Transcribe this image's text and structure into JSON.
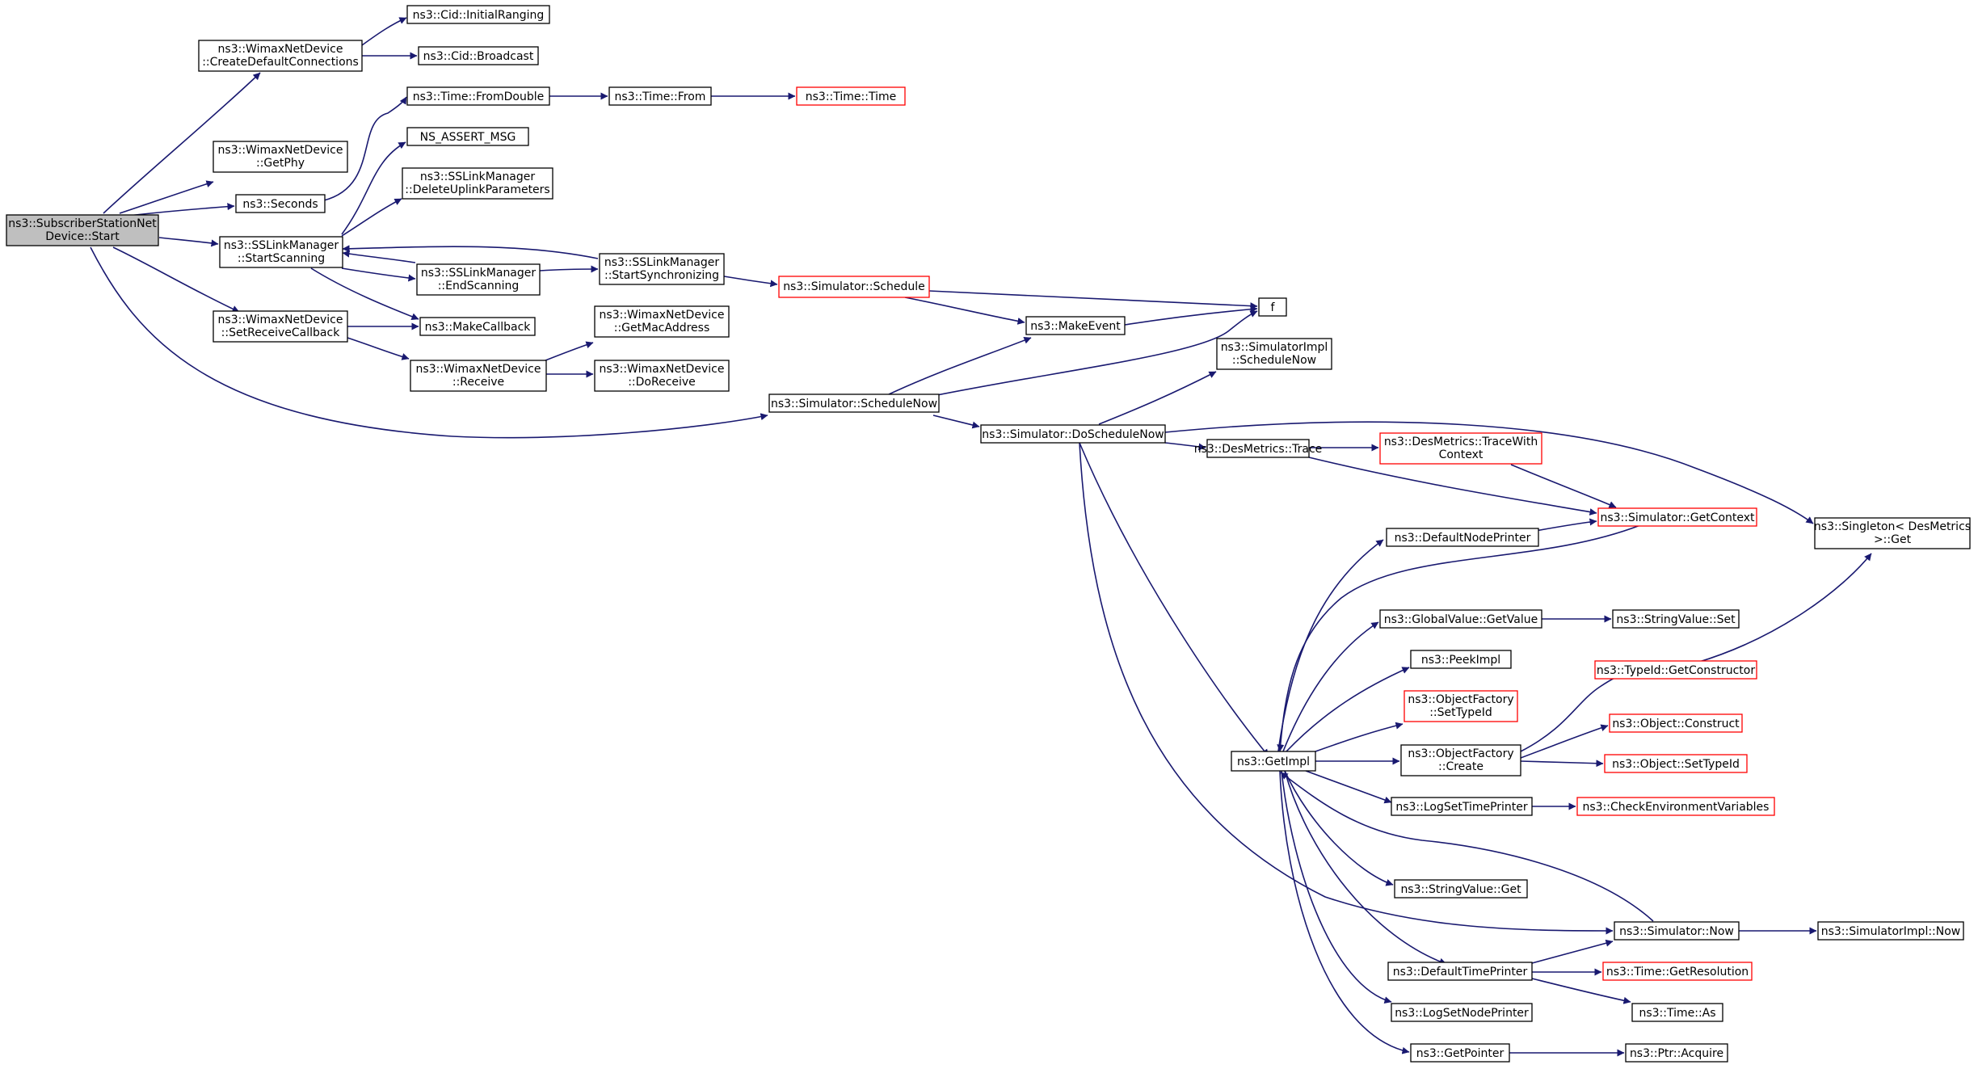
{
  "colors": {
    "edge": "#191970",
    "node_border": "#000000",
    "truncated_border": "#ff0000",
    "root_fill": "#bfbfbf"
  },
  "nodes": {
    "start": [
      "ns3::SubscriberStationNet",
      "Device::Start"
    ],
    "create_default_connections": [
      "ns3::WimaxNetDevice",
      "::CreateDefaultConnections"
    ],
    "cid_initial_ranging": [
      "ns3::Cid::InitialRanging"
    ],
    "cid_broadcast": [
      "ns3::Cid::Broadcast"
    ],
    "get_phy": [
      "ns3::WimaxNetDevice",
      "::GetPhy"
    ],
    "seconds": [
      "ns3::Seconds"
    ],
    "time_from_double": [
      "ns3::Time::FromDouble"
    ],
    "time_from": [
      "ns3::Time::From"
    ],
    "time_time": [
      "ns3::Time::Time"
    ],
    "ns_assert_msg": [
      "NS_ASSERT_MSG"
    ],
    "delete_uplink_parameters": [
      "ns3::SSLinkManager",
      "::DeleteUplinkParameters"
    ],
    "start_scanning": [
      "ns3::SSLinkManager",
      "::StartScanning"
    ],
    "end_scanning": [
      "ns3::SSLinkManager",
      "::EndScanning"
    ],
    "start_synchronizing": [
      "ns3::SSLinkManager",
      "::StartSynchronizing"
    ],
    "simulator_schedule": [
      "ns3::Simulator::Schedule"
    ],
    "f": [
      "f"
    ],
    "set_receive_callback": [
      "ns3::WimaxNetDevice",
      "::SetReceiveCallback"
    ],
    "make_callback": [
      "ns3::MakeCallback"
    ],
    "make_event": [
      "ns3::MakeEvent"
    ],
    "get_mac_address": [
      "ns3::WimaxNetDevice",
      "::GetMacAddress"
    ],
    "receive": [
      "ns3::WimaxNetDevice",
      "::Receive"
    ],
    "do_receive": [
      "ns3::WimaxNetDevice",
      "::DoReceive"
    ],
    "simulatorimpl_schedule_now": [
      "ns3::SimulatorImpl",
      "::ScheduleNow"
    ],
    "simulator_schedule_now": [
      "ns3::Simulator::ScheduleNow"
    ],
    "do_schedule_now": [
      "ns3::Simulator::DoScheduleNow"
    ],
    "des_metrics_trace": [
      "ns3::DesMetrics::Trace"
    ],
    "trace_with_context": [
      "ns3::DesMetrics::TraceWith",
      "Context"
    ],
    "get_context": [
      "ns3::Simulator::GetContext"
    ],
    "singleton_get": [
      "ns3::Singleton< DesMetrics",
      " >::Get"
    ],
    "default_node_printer": [
      "ns3::DefaultNodePrinter"
    ],
    "global_value_get_value": [
      "ns3::GlobalValue::GetValue"
    ],
    "string_value_set": [
      "ns3::StringValue::Set"
    ],
    "peek_impl": [
      "ns3::PeekImpl"
    ],
    "type_id_get_constructor": [
      "ns3::TypeId::GetConstructor"
    ],
    "object_factory_set_type_id": [
      "ns3::ObjectFactory",
      "::SetTypeId"
    ],
    "object_construct": [
      "ns3::Object::Construct"
    ],
    "get_impl": [
      "ns3::GetImpl"
    ],
    "object_factory_create": [
      "ns3::ObjectFactory",
      "::Create"
    ],
    "object_set_type_id": [
      "ns3::Object::SetTypeId"
    ],
    "log_set_time_printer": [
      "ns3::LogSetTimePrinter"
    ],
    "check_environment_variables": [
      "ns3::CheckEnvironmentVariables"
    ],
    "string_value_get": [
      "ns3::StringValue::Get"
    ],
    "simulator_now": [
      "ns3::Simulator::Now"
    ],
    "simulatorimpl_now": [
      "ns3::SimulatorImpl::Now"
    ],
    "default_time_printer": [
      "ns3::DefaultTimePrinter"
    ],
    "time_get_resolution": [
      "ns3::Time::GetResolution"
    ],
    "time_as": [
      "ns3::Time::As"
    ],
    "log_set_node_printer": [
      "ns3::LogSetNodePrinter"
    ],
    "get_pointer": [
      "ns3::GetPointer"
    ],
    "ptr_acquire": [
      "ns3::Ptr::Acquire"
    ]
  }
}
